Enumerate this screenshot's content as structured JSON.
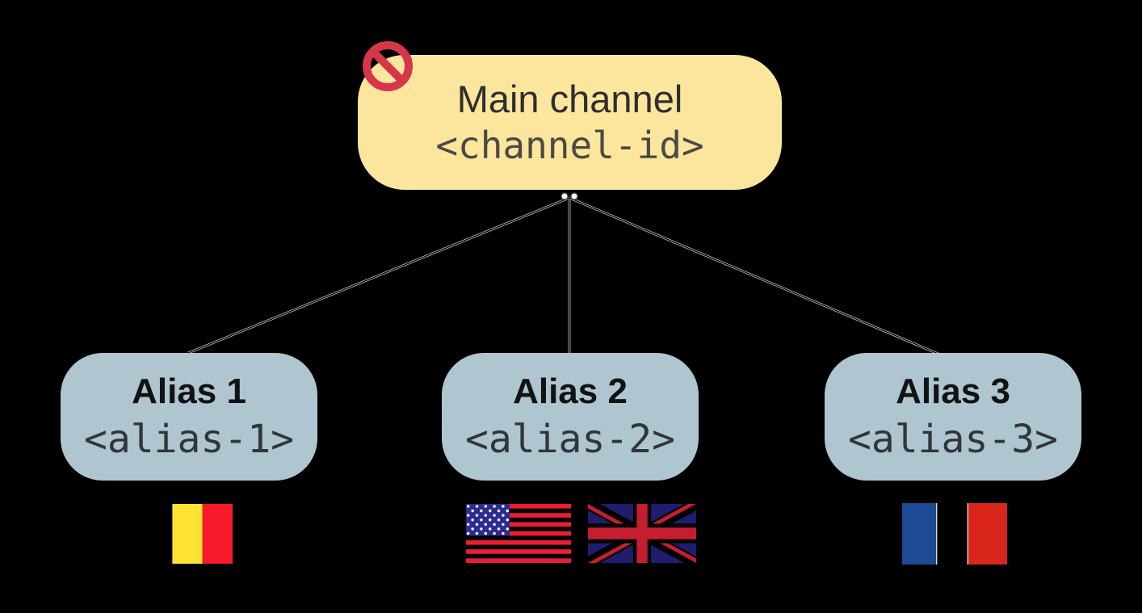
{
  "diagram": {
    "main_channel": {
      "title": "Main channel",
      "subtitle": "<channel-id>",
      "badge_icon": "no-entry-icon"
    },
    "aliases": [
      {
        "title": "Alias 1",
        "subtitle": "<alias-1>",
        "flags": [
          "Belgium"
        ]
      },
      {
        "title": "Alias 2",
        "subtitle": "<alias-2>",
        "flags": [
          "United States",
          "United Kingdom"
        ]
      },
      {
        "title": "Alias 3",
        "subtitle": "<alias-3>",
        "flags": [
          "France"
        ]
      }
    ]
  },
  "colors": {
    "background": "#000000",
    "main_box_fill": "#FCE69E",
    "alias_box_fill": "#AFC6D1",
    "main_title_text": "#2E2E2E",
    "main_mono_text": "#4B4A42",
    "alias_title_text": "#121212",
    "alias_mono_text": "#30363A",
    "no_entry_red": "#D63649",
    "connector_halo": "#D8D8D8",
    "connector_core": "#000000",
    "junction_dot_fill": "#FFFFFF",
    "junction_dot_stroke": "#2A2A2A",
    "belgium": {
      "black": "#000000",
      "yellow": "#FEE335",
      "red": "#F8192B"
    },
    "usa": {
      "canton": "#2E2B8F",
      "stripe_red": "#EC1C34",
      "star": "#FFFFFF"
    },
    "uk": {
      "navy": "#201C70",
      "red": "#C41E30",
      "fimbriation": "#000000"
    },
    "france": {
      "blue": "#1C4B94",
      "white_edge": "#FFFFFF",
      "red": "#DA251D"
    }
  }
}
